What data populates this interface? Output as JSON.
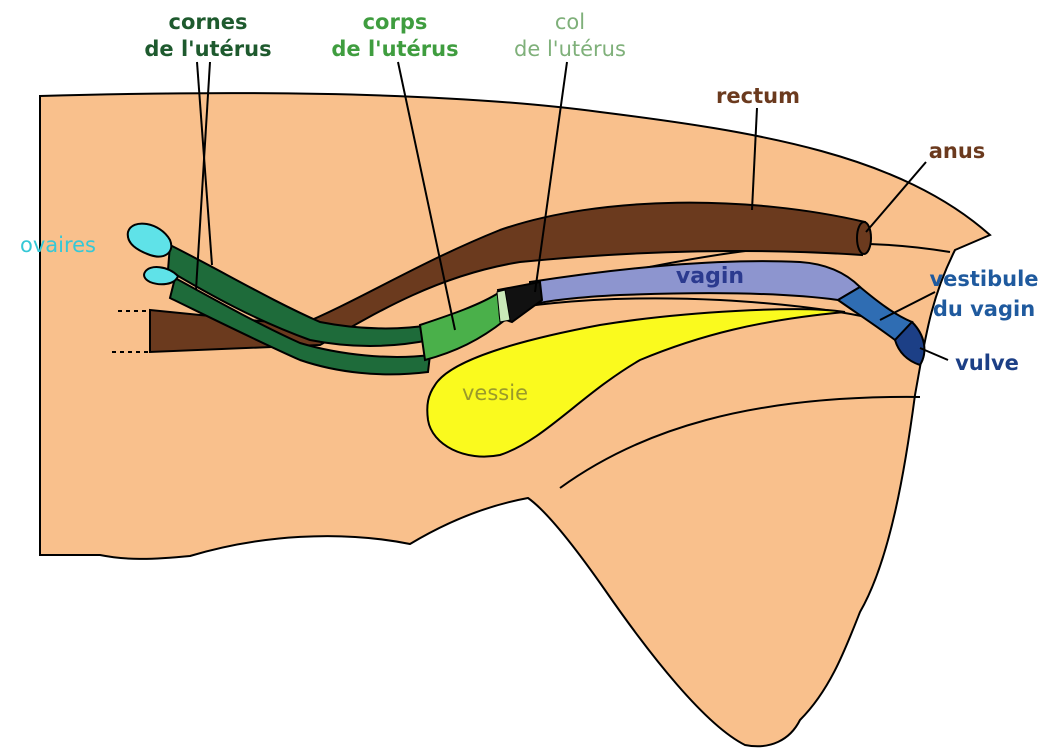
{
  "colors": {
    "background": "#ffffff",
    "body": "#f9c08c",
    "outline": "#000000",
    "rectum": "#6b3a1e",
    "uterus_horns": "#1e6b3a",
    "uterus_body": "#4ab04a",
    "cervix": "#c9e8b8",
    "vagina": "#8d95cf",
    "vestibule": "#2f6db3",
    "vulva": "#1c3f86",
    "bladder": "#fafa1e",
    "ovaries": "#5fe2e8",
    "label_horns": "#1e5a2e",
    "label_body": "#3f9d3f",
    "label_cervix": "#7fb07a",
    "label_rectum": "#6b3a1e",
    "label_ovaries": "#35c8d6",
    "label_vagina": "#2b3a8f",
    "label_blue": "#1f5a9e",
    "label_bladder": "#9a9a2a"
  },
  "labels": {
    "cornes_line1": "cornes",
    "cornes_line2": "de l'utérus",
    "corps_line1": "corps",
    "corps_line2": "de l'utérus",
    "col_line1": "col",
    "col_line2": "de l'utérus",
    "rectum": "rectum",
    "anus": "anus",
    "ovaires": "ovaires",
    "vagin": "vagin",
    "vestibule_line1": "vestibule",
    "vestibule_line2": "du vagin",
    "vulve": "vulve",
    "vessie": "vessie"
  }
}
